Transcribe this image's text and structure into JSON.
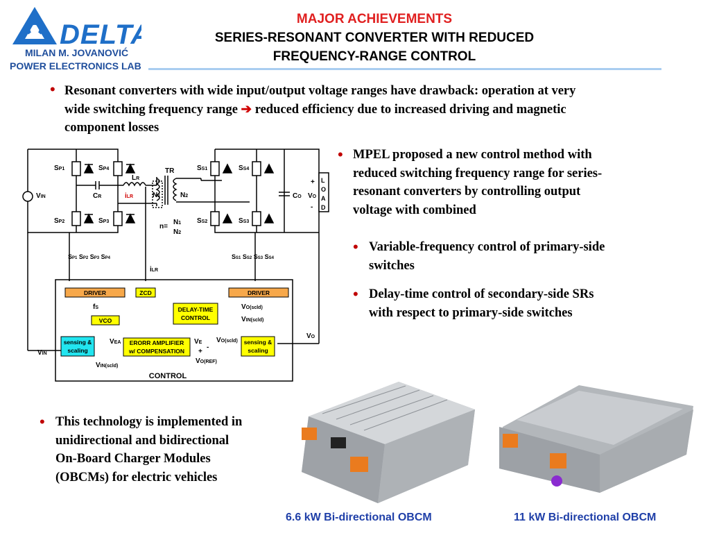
{
  "header": {
    "title_red": "MAJOR ACHIEVEMENTS",
    "title_line1": "SERIES-RESONANT CONVERTER WITH REDUCED",
    "title_line2": "FREQUENCY-RANGE CONTROL",
    "accent_color": "#e02020",
    "rule_color": "#a9cdf0"
  },
  "logo": {
    "brand": "DELTA",
    "author": "MILAN M. JOVANOVIĆ",
    "lab": "POWER ELECTRONICS LAB",
    "icon": "delta-triangle-icon",
    "color": "#1f6fc8"
  },
  "bullets": {
    "top_line1": "Resonant converters with wide input/output voltage ranges have drawback: operation at very",
    "top_line2a": "wide switching frequency range",
    "top_arrow": "arrow-right-icon",
    "top_line2b": "reduced efficiency due to increased driving and magnetic",
    "top_line3": "component losses",
    "mpel_lines": [
      "MPEL proposed a new control method with",
      "reduced switching frequency range for series-",
      "resonant converters by controlling output",
      "voltage with combined"
    ],
    "sub1_lines": [
      "Variable-frequency control of primary-side",
      "switches"
    ],
    "sub2_lines": [
      "Delay-time control of secondary-side SRs",
      "with respect to primary-side switches"
    ],
    "tech_lines": [
      "This technology is implemented in",
      "unidirectional and bidirectional",
      "On-Board Charger Modules",
      "(OBCMs) for electric vehicles"
    ]
  },
  "diagram": {
    "primary": {
      "sp1": "S",
      "sp1_sub": "P1",
      "sp2_sub": "P2",
      "sp3_sub": "P3",
      "sp4_sub": "P4",
      "s": "S"
    },
    "secondary": {
      "ss1_sub": "S1",
      "ss2_sub": "S2",
      "ss3_sub": "S3",
      "ss4_sub": "S4"
    },
    "labels": {
      "vin": "V",
      "vin_sub": "IN",
      "cr": "C",
      "cr_sub": "R",
      "lr": "L",
      "lr_sub": "R",
      "ilr": "i",
      "ilr_sub": "LR",
      "tr": "TR",
      "n1": "N",
      "n1_sub": "1",
      "n2": "N",
      "n2_sub": "2",
      "n_eq": "n=",
      "co": "C",
      "co_sub": "O",
      "vo": "V",
      "vo_sub": "O",
      "plus": "+",
      "minus": "-",
      "load": [
        "L",
        "O",
        "A",
        "D"
      ],
      "fs": "f",
      "fs_sub": "S",
      "vea": "V",
      "vea_sub": "EA",
      "ve": "V",
      "ve_sub": "E",
      "vo_scld": "V",
      "vo_scld_sub": "O(scld)",
      "vin_scld": "V",
      "vin_scld_sub": "IN(scld)",
      "vo_ref": "V",
      "vo_ref_sub": "O(REF)"
    },
    "blocks": {
      "driver": "DRIVER",
      "zcd": "ZCD",
      "delay1": "DELAY-TIME",
      "delay2": "CONTROL",
      "vco": "VCO",
      "sense1": "sensing &",
      "sense2": "scaling",
      "err1": "ERORR AMPLIFIER",
      "err2": "w/ COMPENSATION",
      "control": "CONTROL"
    },
    "colors": {
      "orange": "#f7a84a",
      "yellow": "#ffff00",
      "cyan": "#22e5f0"
    }
  },
  "photos": {
    "left_caption": "6.6 kW Bi-directional OBCM",
    "right_caption": "11 kW Bi-directional OBCM"
  }
}
